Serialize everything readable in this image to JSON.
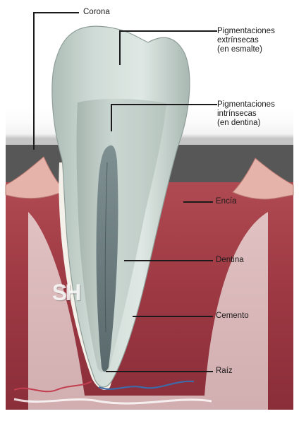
{
  "labels": {
    "corona": "Corona",
    "pig_extrinsecas": [
      "Pigmentaciones",
      "extrínsecas",
      "(en esmalte)"
    ],
    "pig_intrinsecas": [
      "Pigmentaciones",
      "intrínsecas",
      "(en dentina)"
    ],
    "encia": "Encía",
    "dentina": "Dentina",
    "cemento": "Cemento",
    "raiz": "Raíz"
  },
  "watermark": "SH",
  "colors": {
    "gum": "#e6b3ab",
    "bone": "#a8404a",
    "enamel": "#c9d5d0",
    "dentin": "#9aa9a3",
    "pulp": "#5d6f73",
    "nerve_red": "#c23d4e",
    "nerve_blue": "#3d6aa8",
    "leader": "#1b1b1b"
  }
}
